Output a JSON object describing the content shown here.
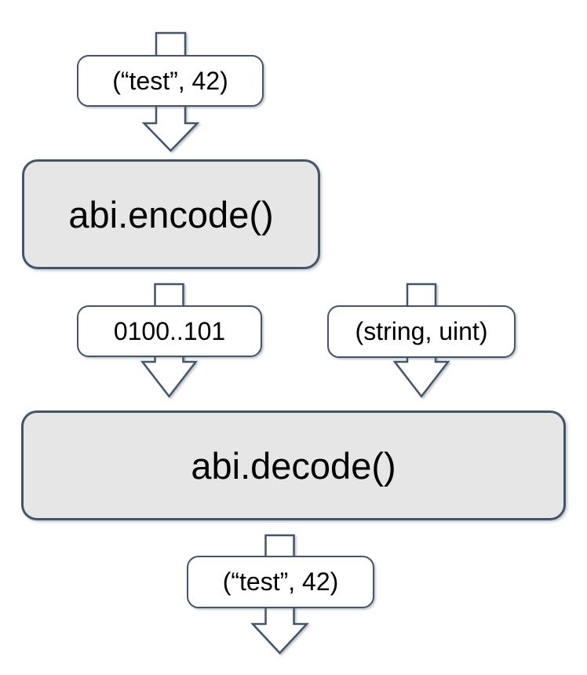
{
  "diagram": {
    "type": "flowchart",
    "colors": {
      "stroke": "#44546A",
      "process_fill": "#E7E6E6",
      "label_fill": "#FFFFFF",
      "text": "#000000",
      "background": "#FFFFFF"
    },
    "nodes": {
      "input_tuple": {
        "label": "(“test”, 42)"
      },
      "encode_step": {
        "label": "abi.encode()"
      },
      "encoded_bytes": {
        "label": "0100..101"
      },
      "type_tuple": {
        "label": "(string, uint)"
      },
      "decode_step": {
        "label": "abi.decode()"
      },
      "output_tuple": {
        "label": "(“test”, 42)"
      }
    },
    "flow": [
      "input_tuple -> encode_step",
      "encode_step -> encoded_bytes -> decode_step",
      "type_tuple -> decode_step",
      "decode_step -> output_tuple -> out"
    ]
  }
}
